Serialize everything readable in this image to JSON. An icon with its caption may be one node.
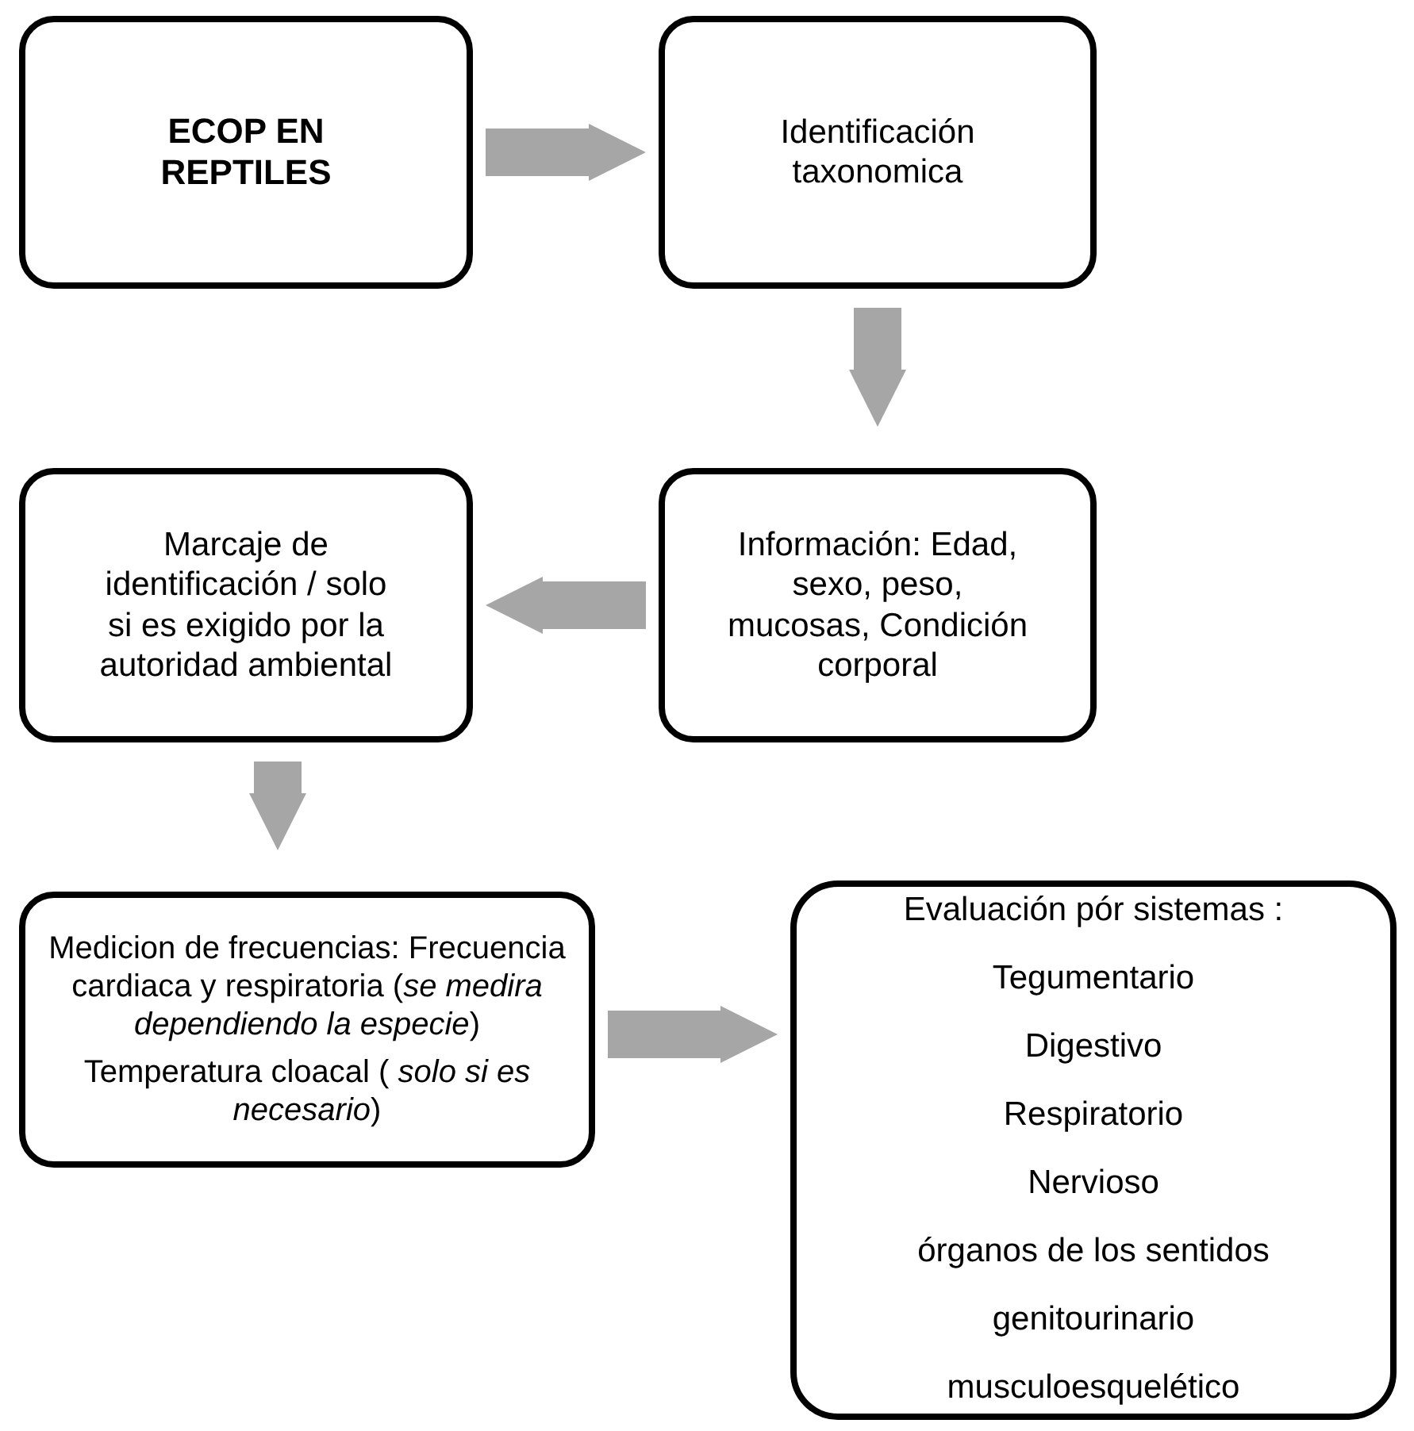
{
  "diagram": {
    "nodes": [
      {
        "text": [
          "ECOP EN REPTILES"
        ]
      },
      {
        "text": [
          "Identificación taxonomica"
        ]
      },
      {
        "text": [
          "Información: Edad, sexo, peso, mucosas, Condición corporal"
        ]
      },
      {
        "text": [
          "Marcaje de identificación / solo si es exigido por la autoridad ambiental"
        ]
      },
      {
        "text": [
          "Medicion de frecuencias: Frecuencia cardiaca y respiratoria (*se medira dependiendo la especie*)",
          "Temperatura cloacal ( *solo si es necesario*)"
        ]
      },
      {
        "text": [
          "Evaluación pór sistemas :",
          "Tegumentario",
          "Digestivo",
          "Respiratorio",
          "Nervioso",
          "órganos de los sentidos",
          "genitourinario",
          "musculoesquelético"
        ]
      }
    ],
    "edges": [
      {
        "from": 0,
        "to": 1,
        "arrow": "to"
      },
      {
        "from": 1,
        "to": 2,
        "arrow": "to"
      },
      {
        "from": 2,
        "to": 3,
        "arrow": "to"
      },
      {
        "from": 3,
        "to": 4,
        "arrow": "to"
      },
      {
        "from": 4,
        "to": 5,
        "arrow": "to"
      }
    ]
  }
}
